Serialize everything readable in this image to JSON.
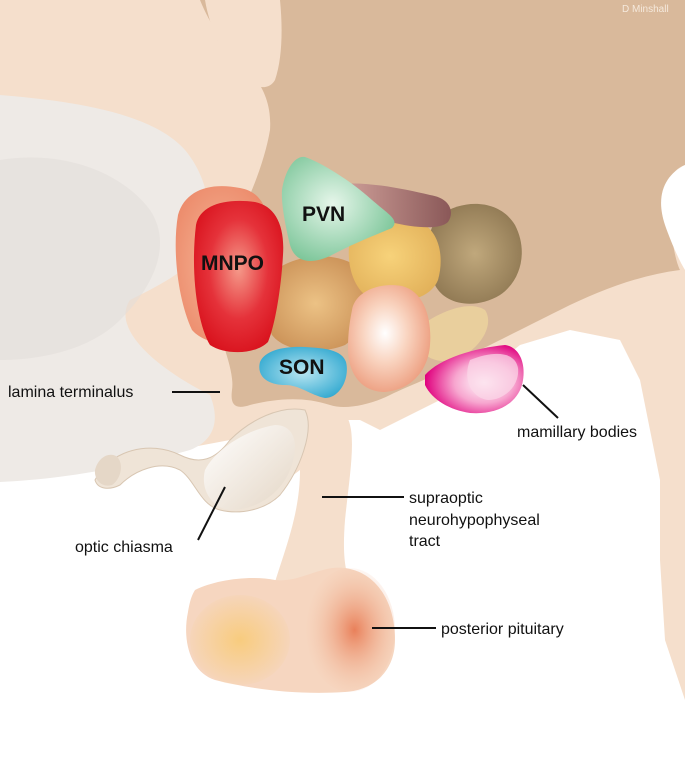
{
  "credit": "D Minshall",
  "regions": {
    "mnpo": "MNPO",
    "pvn": "PVN",
    "son": "SON"
  },
  "labels": {
    "lamina_terminalus": "lamina terminalus",
    "mamillary_bodies": "mamillary bodies",
    "optic_chiasma": "optic chiasma",
    "supraoptic_line1": "supraoptic",
    "supraoptic_line2": "neurohypophyseal",
    "supraoptic_line3": "tract",
    "posterior_pituitary": "posterior pituitary"
  },
  "colors": {
    "tissue_dark": "#d9b99b",
    "tissue_light": "#f5dfcc",
    "grey_tissue": "#eeeae6",
    "mnpo": "#e11a23",
    "pvn": "#8ed1a6",
    "son": "#3aaed2",
    "mamillary": "#e0007e",
    "pituitary_orange": "#e9865f",
    "pituitary_yellow": "#f7cc80"
  }
}
